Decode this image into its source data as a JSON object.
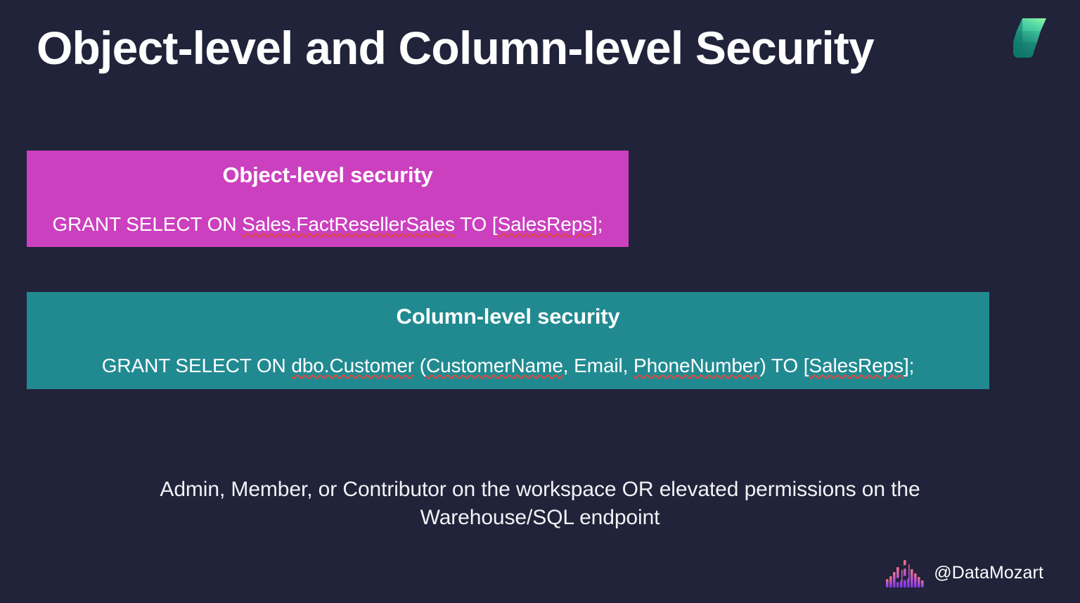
{
  "slide": {
    "title": "Object-level and Column-level Security",
    "background_color": "#21233a"
  },
  "brand_logo": {
    "name": "microsoft-fabric-logo",
    "gradient_from": "#8ef5a8",
    "gradient_to": "#0d7b6c"
  },
  "callouts": [
    {
      "id": "object-level-security",
      "heading": "Object-level security",
      "color": "#cb40bf",
      "code": {
        "full": "GRANT SELECT ON Sales.FactResellerSales TO [SalesReps];",
        "parts": [
          {
            "text": "GRANT SELECT ON ",
            "misspelled": false
          },
          {
            "text": "Sales.FactResellerSales",
            "misspelled": true
          },
          {
            "text": " TO [",
            "misspelled": false
          },
          {
            "text": "SalesReps",
            "misspelled": true
          },
          {
            "text": "];",
            "misspelled": false
          }
        ]
      }
    },
    {
      "id": "column-level-security",
      "heading": "Column-level security",
      "color": "#218a91",
      "code": {
        "full": "GRANT SELECT ON dbo.Customer (CustomerName, Email, PhoneNumber) TO [SalesReps];",
        "parts": [
          {
            "text": "GRANT SELECT ON ",
            "misspelled": false
          },
          {
            "text": "dbo.Customer",
            "misspelled": true
          },
          {
            "text": " (",
            "misspelled": false
          },
          {
            "text": "CustomerName",
            "misspelled": true
          },
          {
            "text": ", Email, ",
            "misspelled": false
          },
          {
            "text": "PhoneNumber",
            "misspelled": true
          },
          {
            "text": ") TO [",
            "misspelled": false
          },
          {
            "text": "SalesReps",
            "misspelled": true
          },
          {
            "text": "];",
            "misspelled": false
          }
        ]
      }
    }
  ],
  "footnote": {
    "line1": "Admin, Member, or Contributor on the workspace OR elevated permissions on the",
    "line2": "Warehouse/SQL endpoint"
  },
  "watermark": {
    "handle": "@DataMozart",
    "logo_name": "datamozart-equalizer-logo",
    "logo_color_top": "#f2707f",
    "logo_color_bottom": "#8b3fe0"
  }
}
